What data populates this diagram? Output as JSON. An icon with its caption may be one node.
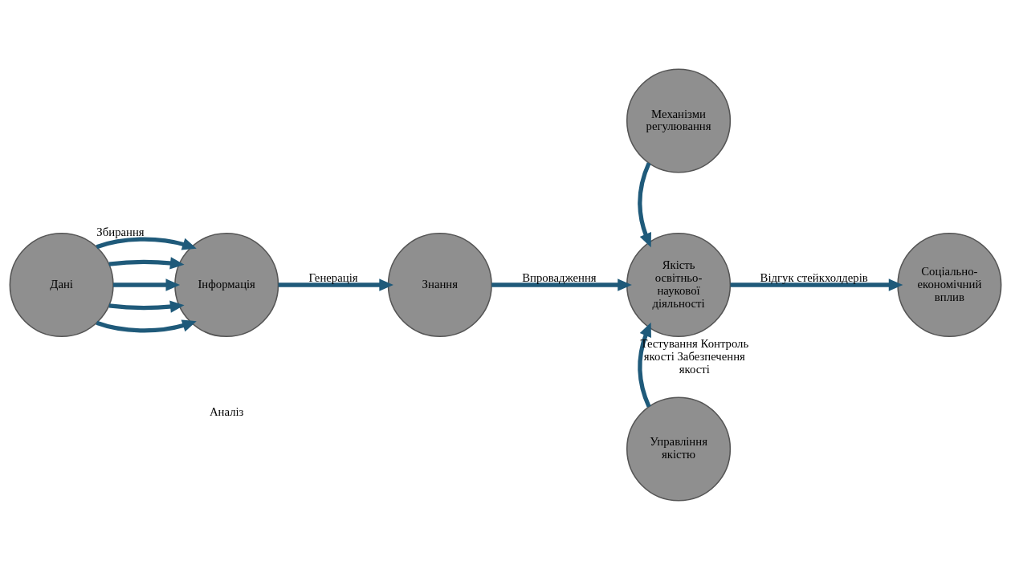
{
  "diagram": {
    "nodes": [
      {
        "text": [
          "Дані"
        ]
      },
      {
        "text": [
          "Інформація"
        ]
      },
      {
        "text": [
          "Знання"
        ]
      },
      {
        "text": [
          "Механізми регулювання"
        ]
      },
      {
        "text": [
          "Якість освітньо-наукової діяльності"
        ]
      },
      {
        "text": [
          "Соціально-економічний вплив"
        ]
      },
      {
        "text": [
          "Управління якістю"
        ]
      }
    ],
    "edges": [
      {
        "from": 0,
        "to": 1,
        "arrow": "to"
      },
      {
        "from": 0,
        "to": 1,
        "arrow": "to"
      },
      {
        "from": 0,
        "to": 1,
        "arrow": "to"
      },
      {
        "from": 0,
        "to": 1,
        "arrow": "to"
      },
      {
        "from": 0,
        "to": 1,
        "arrow": "to",
        "label": "Збирання"
      },
      {
        "from": 1,
        "to": 2,
        "arrow": "to",
        "label": "Генерація"
      },
      {
        "from": 2,
        "to": 4,
        "arrow": "to",
        "label": "Впровадження"
      },
      {
        "from": 3,
        "to": 4,
        "arrow": "to"
      },
      {
        "from": 6,
        "to": 4,
        "arrow": "to",
        "label": "Тестування Контроль якості Забезпечення якості"
      },
      {
        "from": 4,
        "to": 5,
        "arrow": "to",
        "label": "Відгук стейкхолдерів"
      }
    ],
    "labels": [
      "Аналіз"
    ]
  }
}
